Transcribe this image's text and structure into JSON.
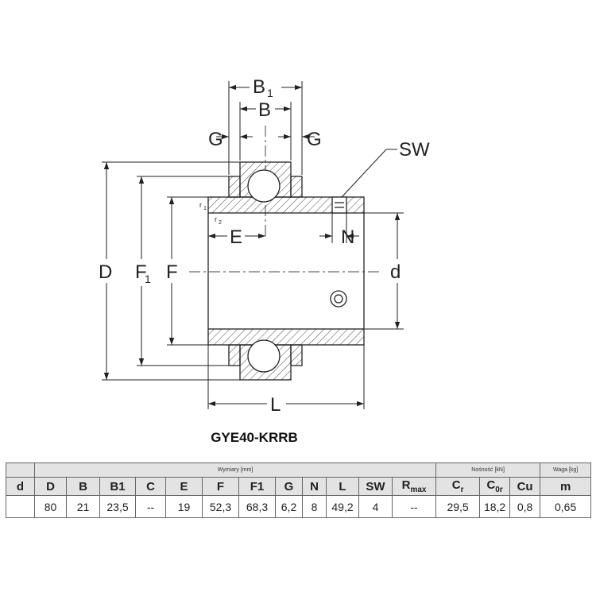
{
  "drawing": {
    "labels": {
      "B1_main": "B",
      "B1_sub": "1",
      "B": "B",
      "G_left": "G",
      "G_right": "G",
      "SW": "SW",
      "D": "D",
      "F1_main": "F",
      "F1_sub": "1",
      "F": "F",
      "d": "d",
      "E": "E",
      "N": "N",
      "L": "L",
      "r1_main": "r",
      "r1_sub": "1",
      "r2_main": "r",
      "r2_sub": "2"
    }
  },
  "product": {
    "title": "GYE40-KRRB"
  },
  "table": {
    "groups": [
      {
        "label": "",
        "span": 1
      },
      {
        "label": "Wymiary [mm]",
        "span": 12
      },
      {
        "label": "Nośność [kN]",
        "span": 3
      },
      {
        "label": "Waga [kg]",
        "span": 1
      }
    ],
    "headers": [
      {
        "main": "d",
        "sub": ""
      },
      {
        "main": "D",
        "sub": ""
      },
      {
        "main": "B",
        "sub": ""
      },
      {
        "main": "B1",
        "sub": ""
      },
      {
        "main": "C",
        "sub": ""
      },
      {
        "main": "E",
        "sub": ""
      },
      {
        "main": "F",
        "sub": ""
      },
      {
        "main": "F1",
        "sub": ""
      },
      {
        "main": "G",
        "sub": ""
      },
      {
        "main": "N",
        "sub": ""
      },
      {
        "main": "L",
        "sub": ""
      },
      {
        "main": "SW",
        "sub": ""
      },
      {
        "main": "R",
        "sub": "max"
      },
      {
        "main": "C",
        "sub": "r"
      },
      {
        "main": "C",
        "sub": "0r"
      },
      {
        "main": "Cu",
        "sub": ""
      },
      {
        "main": "m",
        "sub": ""
      }
    ],
    "values": [
      "",
      "80",
      "21",
      "23,5",
      "--",
      "19",
      "52,3",
      "68,3",
      "6,2",
      "8",
      "49,2",
      "4",
      "--",
      "29,5",
      "18,2",
      "0,8",
      "0,65"
    ]
  }
}
